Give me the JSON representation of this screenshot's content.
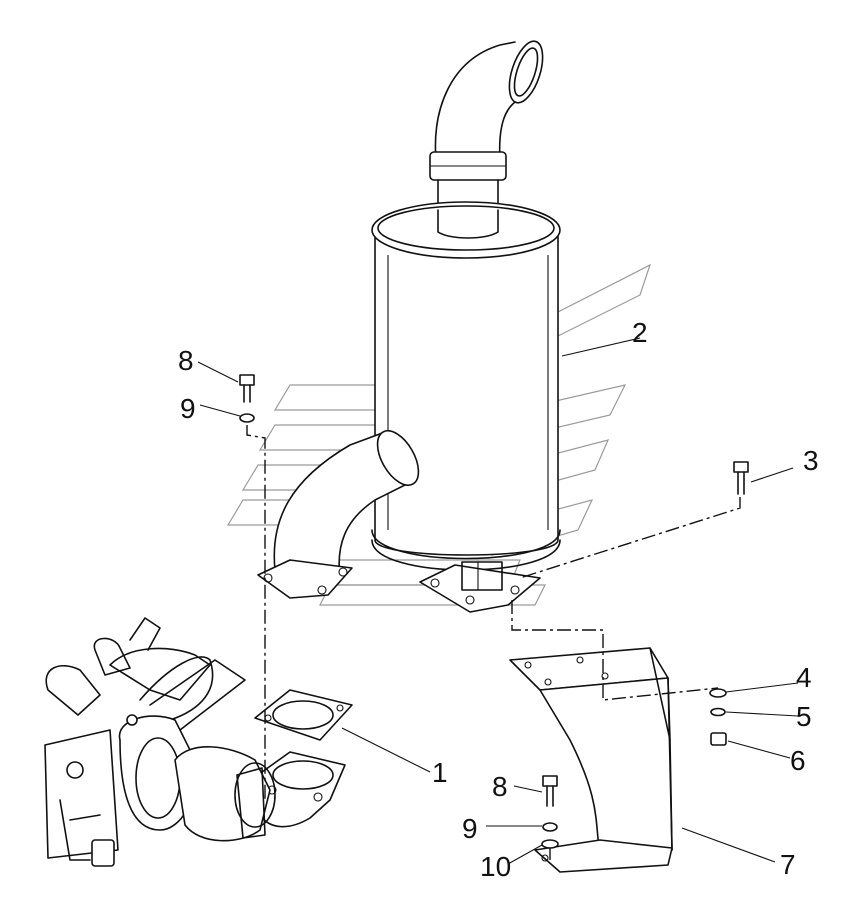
{
  "callouts": {
    "c1": "1",
    "c2": "2",
    "c3": "3",
    "c4": "4",
    "c5": "5",
    "c6": "6",
    "c7": "7",
    "c8a": "8",
    "c8b": "8",
    "c9a": "9",
    "c9b": "9",
    "c10": "10"
  },
  "colors": {
    "line": "#111111",
    "watermark": "#9a9a9a",
    "background": "#ffffff"
  }
}
